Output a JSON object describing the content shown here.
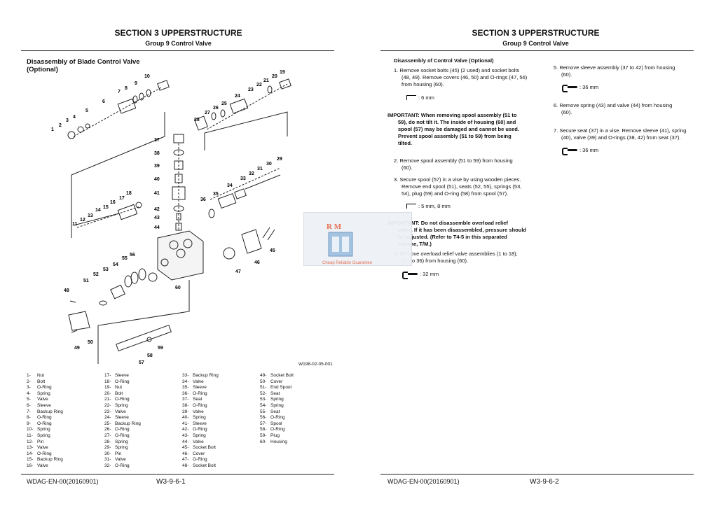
{
  "left": {
    "section_title": "SECTION 3 UPPERSTRUCTURE",
    "group_title": "Group 9 Control Valve",
    "heading_line1": "Disassembly of Blade Control Valve",
    "heading_line2": "(Optional)",
    "figure_id": "W198-02-05-001",
    "callouts": [
      "1",
      "2",
      "3",
      "4",
      "5",
      "6",
      "7",
      "8",
      "9",
      "10",
      "11",
      "12",
      "13",
      "14",
      "15",
      "16",
      "17",
      "18",
      "19",
      "20",
      "21",
      "22",
      "23",
      "24",
      "25",
      "26",
      "27",
      "28",
      "29",
      "30",
      "31",
      "32",
      "33",
      "34",
      "35",
      "36",
      "37",
      "38",
      "39",
      "40",
      "41",
      "42",
      "43",
      "44",
      "45",
      "46",
      "47",
      "48",
      "49",
      "50",
      "51",
      "52",
      "53",
      "54",
      "55",
      "56",
      "57",
      "58",
      "59",
      "60"
    ],
    "legend_columns": [
      [
        [
          "1-",
          "Nut"
        ],
        [
          "2-",
          "Bolt"
        ],
        [
          "3-",
          "O-Ring"
        ],
        [
          "4-",
          "Spring"
        ],
        [
          "5-",
          "Valve"
        ],
        [
          "6-",
          "Sleeve"
        ],
        [
          "7-",
          "Backup Ring"
        ],
        [
          "8-",
          "O-Ring"
        ],
        [
          "9-",
          "O-Ring"
        ],
        [
          "10-",
          "Spring"
        ],
        [
          "11-",
          "Spring"
        ],
        [
          "12-",
          "Pin"
        ],
        [
          "13-",
          "Valve"
        ],
        [
          "14-",
          "O-Ring"
        ],
        [
          "15-",
          "Backup Ring"
        ],
        [
          "16-",
          "Valve"
        ]
      ],
      [
        [
          "17-",
          "Sleeve"
        ],
        [
          "18-",
          "O-Ring"
        ],
        [
          "19-",
          "Nut"
        ],
        [
          "20-",
          "Bolt"
        ],
        [
          "21-",
          "O-Ring"
        ],
        [
          "22-",
          "Spring"
        ],
        [
          "23-",
          "Valve"
        ],
        [
          "24-",
          "Sleeve"
        ],
        [
          "25-",
          "Backup Ring"
        ],
        [
          "26-",
          "O-Ring"
        ],
        [
          "27-",
          "O-Ring"
        ],
        [
          "28-",
          "Spring"
        ],
        [
          "29-",
          "Spring"
        ],
        [
          "30-",
          "Pin"
        ],
        [
          "31-",
          "Valve"
        ],
        [
          "32-",
          "O-Ring"
        ]
      ],
      [
        [
          "33-",
          "Backup Ring"
        ],
        [
          "34-",
          "Valve"
        ],
        [
          "35-",
          "Sleeve"
        ],
        [
          "36-",
          "O-Ring"
        ],
        [
          "37-",
          "Seat"
        ],
        [
          "38-",
          "O-Ring"
        ],
        [
          "39-",
          "Valve"
        ],
        [
          "40-",
          "Spring"
        ],
        [
          "41-",
          "Sleeve"
        ],
        [
          "42-",
          "O-Ring"
        ],
        [
          "43-",
          "Spring"
        ],
        [
          "44-",
          "Valve"
        ],
        [
          "45-",
          "Socket Bolt"
        ],
        [
          "46-",
          "Cover"
        ],
        [
          "47-",
          "O-Ring"
        ],
        [
          "48-",
          "Socket Bolt"
        ]
      ],
      [
        [
          "49-",
          "Socket Bolt"
        ],
        [
          "50-",
          "Cover"
        ],
        [
          "51-",
          "End Spool"
        ],
        [
          "52-",
          "Seat"
        ],
        [
          "53-",
          "Spring"
        ],
        [
          "54-",
          "Spring"
        ],
        [
          "55-",
          "Seat"
        ],
        [
          "56-",
          "O-Ring"
        ],
        [
          "57-",
          "Spool"
        ],
        [
          "58-",
          "O-Ring"
        ],
        [
          "59-",
          "Plug"
        ],
        [
          "60-",
          "Housing"
        ]
      ]
    ],
    "footer_code": "WDAG-EN-00(20160901)",
    "footer_page": "W3-9-6-1"
  },
  "right": {
    "section_title": "SECTION 3 UPPERSTRUCTURE",
    "group_title": "Group 9 Control Valve",
    "heading": "Disassembly of Control Valve (Optional)",
    "step1_l1": "1.  Remove socket bolts (45) (2 used) and socket bolts",
    "step1_l2": "(48, 49). Remove covers (46, 50) and O-rings (47, 56)",
    "step1_l3": "from housing (60).",
    "tool1": ": 6 mm",
    "imp1_l1": "IMPORTANT:    When removing spool assembly (51 to",
    "imp1_l2": "59), do not tilt it. The inside of housing (60) and",
    "imp1_l3": "spool (57) may be damaged and cannot be used.",
    "imp1_l4": "Prevent spool assembly (51 to 59) from being",
    "imp1_l5": "tilted.",
    "step2_l1": "2.  Remove spool assembly (51 to 59) from housing",
    "step2_l2": "(60).",
    "step3_l1": "3.  Secure spool (57) in a vise by using wooden pieces.",
    "step3_l2": "Remove end spool (51), seats (52, 55), springs (53,",
    "step3_l3": "54), plug (59) and O-ring (58) from spool (57).",
    "tool3": ": 5 mm, 8 mm",
    "imp2_l1": "IMPORTANT:    Do not disassemble overload relief",
    "imp2_l2": "valve. If it has been disassembled, pressure should",
    "imp2_l3": "be adjusted. (Refer to T4-5 in this separated",
    "imp2_l4": "volume, T/M.)",
    "step4_l1": "4.  Remove overload relief valve assemblies (1 to 18),",
    "step4_l2": "(19 to 36) from housing (60).",
    "tool4": ": 32 mm",
    "step5_l1": "5.  Remove sleeve assembly (37 to 42) from housing",
    "step5_l2": "(60).",
    "tool5": ": 36 mm",
    "step6_l1": "6.  Remove spring (43) and valve (44) from housing",
    "step6_l2": "(60).",
    "step7_l1": "7.  Secure seat (37) in a vise. Remove sleeve (41), spring",
    "step7_l2": "(40), valve (39) and O-rings (38, 42) from seat (37).",
    "tool7": ": 36 mm",
    "footer_code": "WDAG-EN-00(20160901)",
    "footer_page": "W3-9-6-2"
  },
  "watermark": {
    "logo_text": "R M",
    "tagline": "Cheap Reliable Guarantee"
  },
  "icons": [
    "hex-key-icon",
    "wrench-icon"
  ]
}
